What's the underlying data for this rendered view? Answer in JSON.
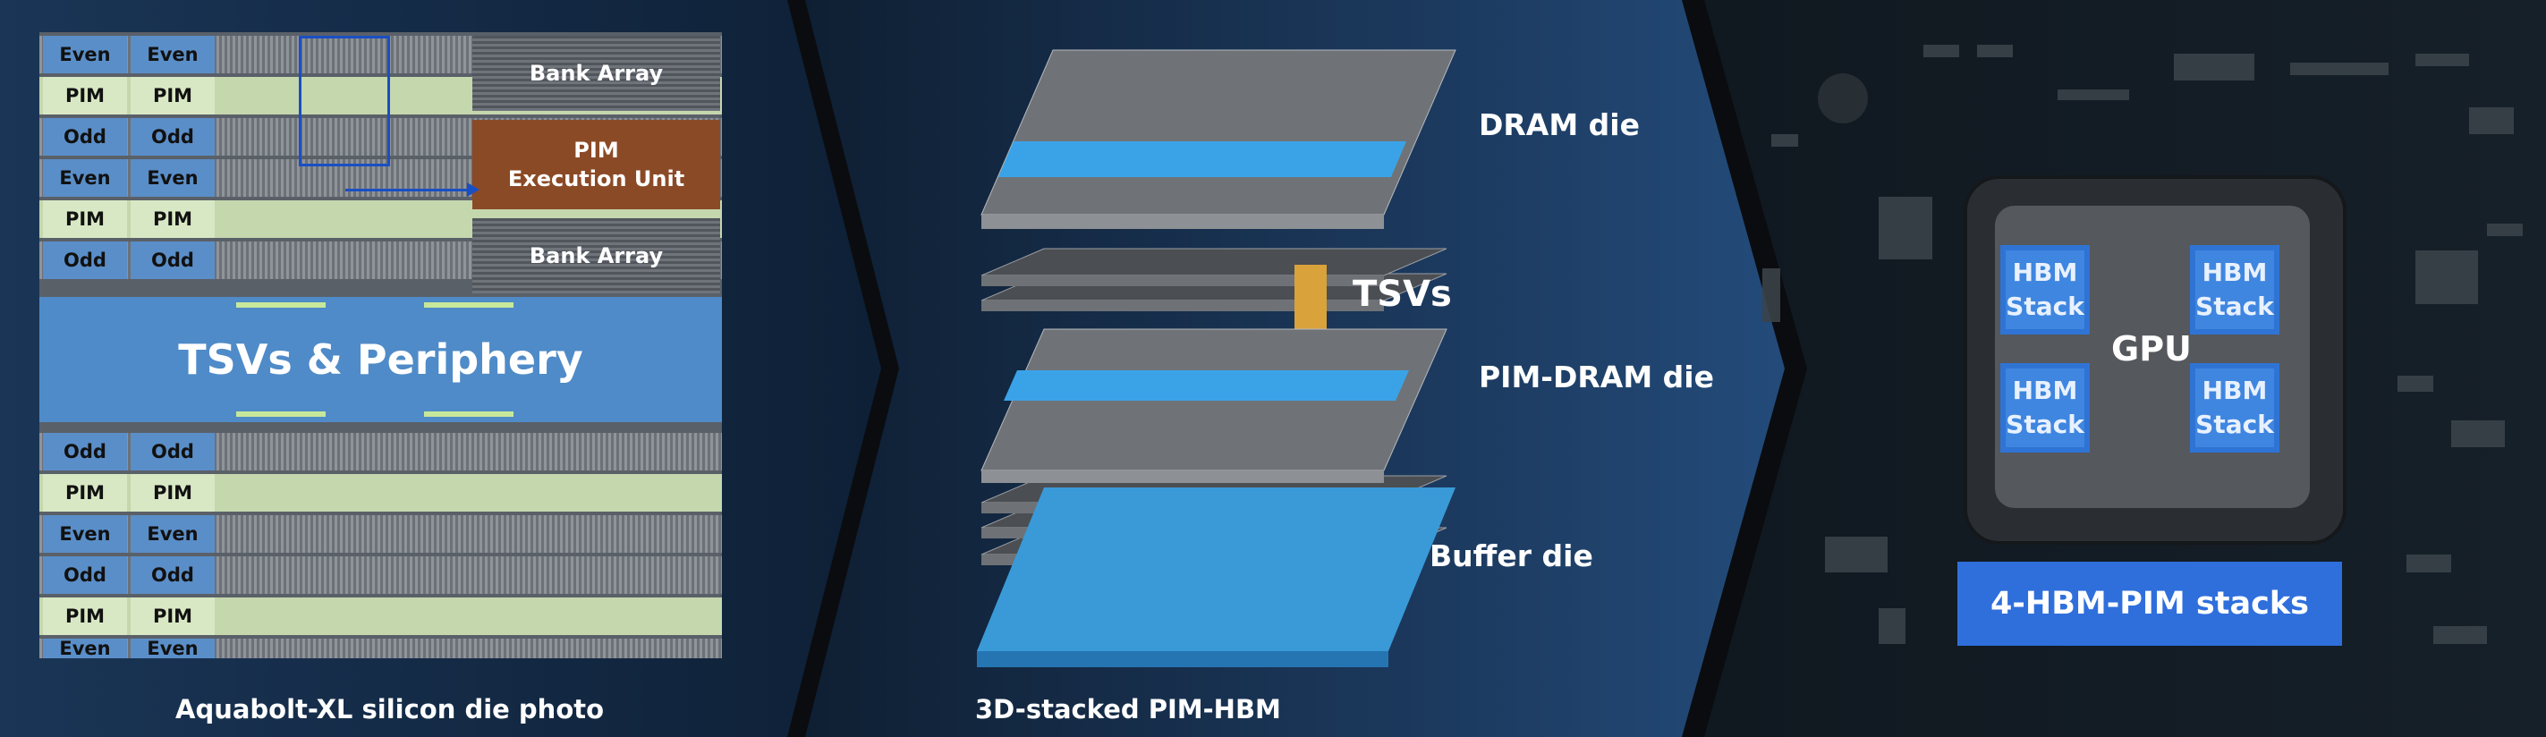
{
  "die_photo": {
    "caption": "Aquabolt-XL silicon die photo",
    "rows_top": [
      {
        "label": "Even",
        "type": "bank"
      },
      {
        "label": "PIM",
        "type": "pim"
      },
      {
        "label": "Odd",
        "type": "bank"
      },
      {
        "label": "Even",
        "type": "bank"
      },
      {
        "label": "PIM",
        "type": "pim"
      },
      {
        "label": "Odd",
        "type": "bank"
      }
    ],
    "periphery": "TSVs & Periphery",
    "rows_bottom": [
      {
        "label": "Odd",
        "type": "bank"
      },
      {
        "label": "PIM",
        "type": "pim"
      },
      {
        "label": "Even",
        "type": "bank"
      },
      {
        "label": "Odd",
        "type": "bank"
      },
      {
        "label": "PIM",
        "type": "pim"
      },
      {
        "label": "Even",
        "type": "bank"
      }
    ],
    "bank_array_top": "Bank Array",
    "exec_unit": "PIM\nExecution Unit",
    "bank_array_bottom": "Bank Array"
  },
  "stack": {
    "caption": "3D-stacked PIM-HBM",
    "dram_die": "DRAM die",
    "tsvs": "TSVs",
    "pim_dram_die": "PIM-DRAM die",
    "buffer_die": "Buffer die"
  },
  "gpu_board": {
    "gpu": "GPU",
    "hbm_label": "HBM\nStack",
    "button": "4-HBM-PIM stacks"
  },
  "colors": {
    "pim_accent": "#3aa3e8",
    "bank_blue": "#5a8ec8",
    "pim_green": "#c5d7ad",
    "exec_brown": "#8b4a26",
    "hbm_blue": "#3f86e0"
  }
}
